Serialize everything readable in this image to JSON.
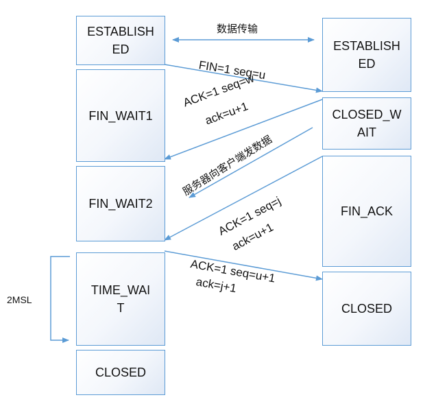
{
  "client": {
    "established": "ESTABLISH\nED",
    "fin_wait1": "FIN_WAIT1",
    "fin_wait2": "FIN_WAIT2",
    "time_wait": "TIME_WAI\nT",
    "closed": "CLOSED"
  },
  "server": {
    "established": "ESTABLISH\nED",
    "closed_wait": "CLOSED_W\nAIT",
    "fin_ack": "FIN_ACK",
    "closed": "CLOSED"
  },
  "messages": {
    "data_transfer": "数据传输",
    "fin": "FIN=1 seq=u",
    "ack1_line1": "ACK=1 seq=w",
    "ack1_line2": "ack=u+1",
    "server_send": "服务器向客户端发数据",
    "fin_ack_line1": "ACK=1 seq=j",
    "fin_ack_line2": "ack=u+1",
    "final_ack_line1": "ACK=1 seq=u+1",
    "final_ack_line2": "ack=j+1"
  },
  "timer_label": "2MSL",
  "colors": {
    "box_border": "#5b9bd5",
    "arrow": "#5b9bd5"
  }
}
